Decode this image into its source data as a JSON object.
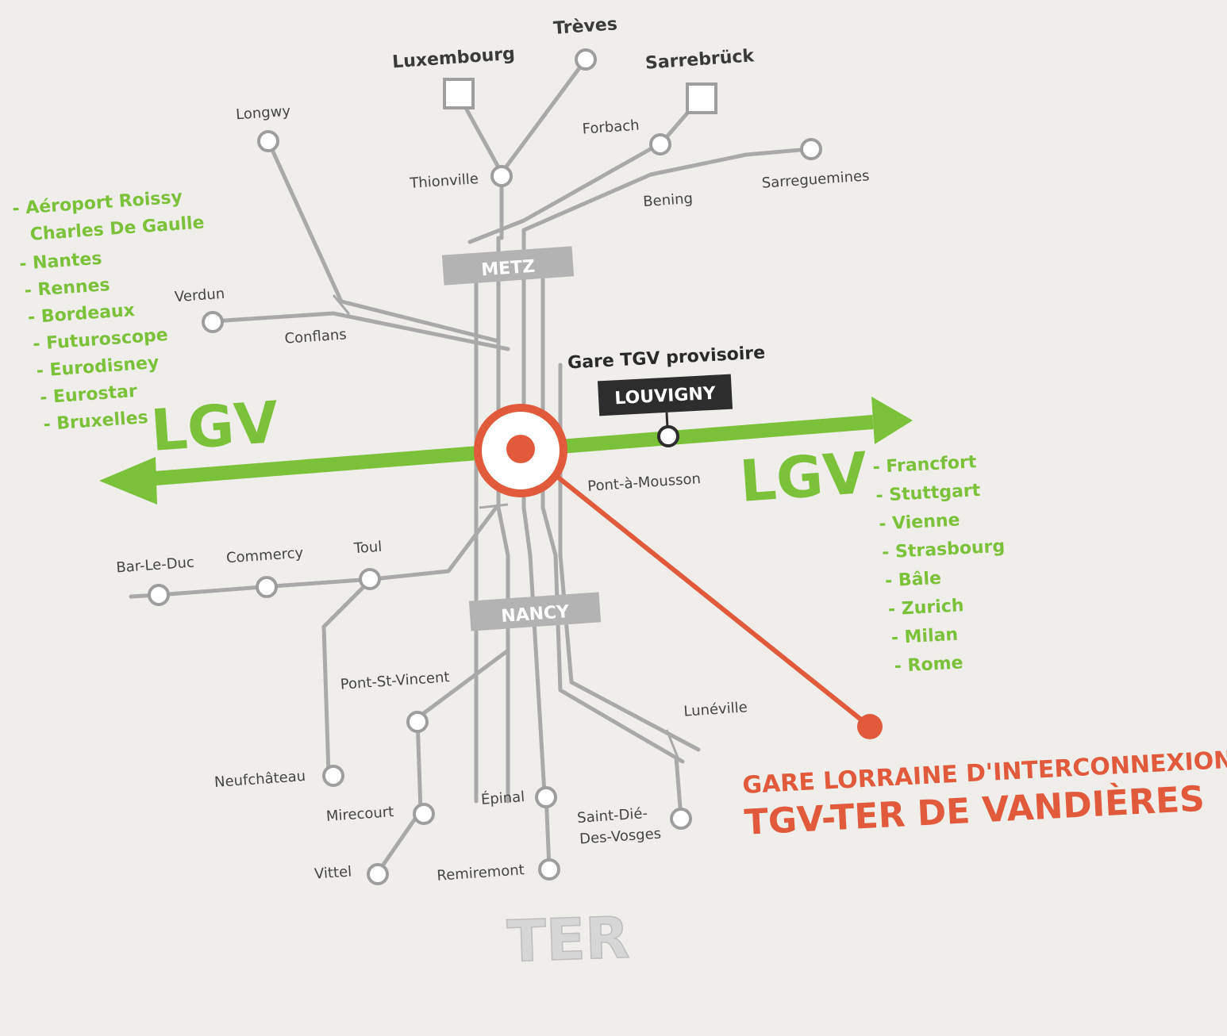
{
  "destinations_west": [
    "- Aéroport Roissy",
    "Charles De Gaulle",
    "- Nantes",
    "- Rennes",
    "- Bordeaux",
    "- Futuroscope",
    "- Eurodisney",
    "- Eurostar",
    "- Bruxelles"
  ],
  "destinations_east": [
    "- Francfort",
    "- Stuttgart",
    "- Vienne",
    "- Strasbourg",
    "- Bâle",
    "- Zurich",
    "- Milan",
    "- Rome"
  ],
  "lgv_labels": {
    "west": "LGV",
    "east": "LGV"
  },
  "ter_label": "TER",
  "hubs": {
    "metz": "METZ",
    "nancy": "NANCY"
  },
  "border_stations": {
    "luxembourg": "Luxembourg",
    "treves": "Trèves",
    "sarrebruck": "Sarrebrück"
  },
  "stations": {
    "longwy": "Longwy",
    "thionville": "Thionville",
    "forbach": "Forbach",
    "bening": "Bening",
    "sarreguemines": "Sarreguemines",
    "verdun": "Verdun",
    "conflans": "Conflans",
    "pont_a_mousson": "Pont-à-Mousson",
    "bar_le_duc": "Bar-Le-Duc",
    "commercy": "Commercy",
    "toul": "Toul",
    "pont_st_vincent": "Pont-St-Vincent",
    "neufchateau": "Neufchâteau",
    "mirecourt": "Mirecourt",
    "vittel": "Vittel",
    "epinal": "Épinal",
    "remiremont": "Remiremont",
    "luneville": "Lunéville",
    "saint_die_1": "Saint-Dié-",
    "saint_die_2": "Des-Vosges"
  },
  "louvigny": {
    "caption": "Gare TGV provisoire",
    "name": "LOUVIGNY"
  },
  "vandieres": {
    "line1": "GARE LORRAINE D'INTERCONNEXION",
    "line2": "TGV-TER DE VANDIÈRES"
  },
  "colors": {
    "lgv_green": "#7cc13a",
    "ter_grey": "#a8a8a8",
    "accent_red": "#e05a3b",
    "background": "#efeeea"
  }
}
